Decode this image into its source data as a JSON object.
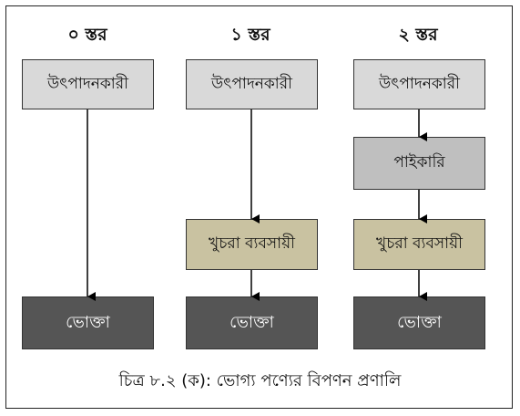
{
  "columns": [
    {
      "title": "০ স্তর",
      "boxes": {
        "producer": "উৎপাদনকারী",
        "consumer": "ভোক্তা"
      }
    },
    {
      "title": "১ স্তর",
      "boxes": {
        "producer": "উৎপাদনকারী",
        "retailer": "খুচরা ব্যবসায়ী",
        "consumer": "ভোক্তা"
      }
    },
    {
      "title": "২ স্তর",
      "boxes": {
        "producer": "উৎপাদনকারী",
        "wholesaler": "পাইকারি",
        "retailer": "খুচরা ব্যবসায়ী",
        "consumer": "ভোক্তা"
      }
    }
  ],
  "caption": "চিত্র ৮.২ (ক): ভোগ্য পণ্যের বিপণন প্রণালি",
  "colors": {
    "producer": "#d9d9d9",
    "wholesaler": "#bfbfbf",
    "retailer": "#c9c2a1",
    "consumer": "#555555",
    "arrow": "#000000"
  }
}
